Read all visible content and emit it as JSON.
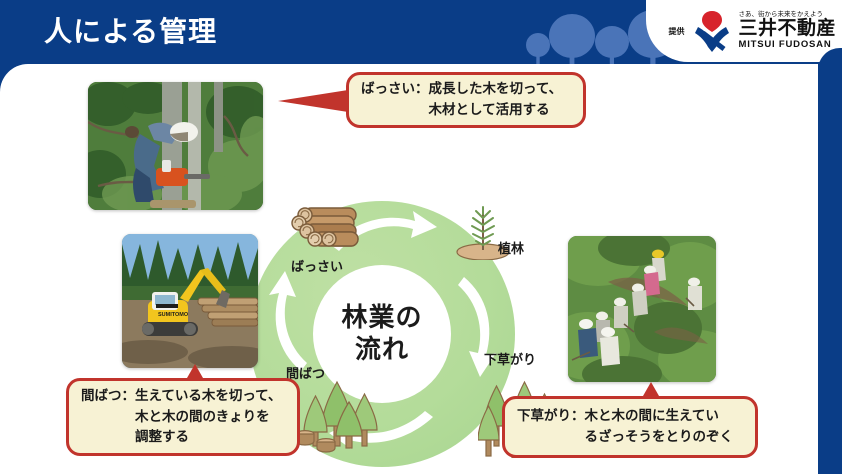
{
  "header": {
    "title": "人による管理",
    "bg_color": "#0a3d87",
    "tree_color": "#4a74b8"
  },
  "logo": {
    "provider_label": "提供",
    "tagline": "さあ、街から未来をかえよう",
    "name_jp": "三井不動産",
    "name_en": "MITSUI FUDOSAN",
    "mark_red": "#d7232b",
    "mark_navy": "#0a3d87"
  },
  "cycle": {
    "center_line1": "林業の",
    "center_line2": "流れ",
    "ring_color": "#b4dc9a",
    "stages": [
      {
        "id": "shokurin",
        "label": "植林",
        "icon": "sapling-icon"
      },
      {
        "id": "shitakusa",
        "label": "下草がり",
        "icon": "tree-cluster-icon"
      },
      {
        "id": "kanbatsu",
        "label": "間ばつ",
        "icon": "trees-with-stumps-icon"
      },
      {
        "id": "bassai",
        "label": "ばっさい",
        "icon": "log-stack-icon"
      }
    ]
  },
  "callouts": [
    {
      "id": "bassai-callout",
      "text": "ばっさい：成長した木を切って、\n　　　　　木材として活用する",
      "border_color": "#c1342c",
      "fill_color": "#f7f2d4"
    },
    {
      "id": "kanbatsu-callout",
      "text": "間ばつ：生えている木を切って、\n　　　　木と木の間のきょりを\n　　　　調整する",
      "border_color": "#c1342c",
      "fill_color": "#f7f2d4"
    },
    {
      "id": "shitakusa-callout",
      "text": "下草がり：木と木の間に生えてい\n　　　　　るざっそうをとりのぞく",
      "border_color": "#c1342c",
      "fill_color": "#f7f2d4"
    }
  ],
  "photos": [
    {
      "id": "felling-photo",
      "description": "チェーンソーで木を切る作業員"
    },
    {
      "id": "machinery-photo",
      "description": "丸太を運ぶ黄色い重機",
      "machine_brand": "SUMITOMO"
    },
    {
      "id": "weeding-photo",
      "description": "斜面で下草がりをする作業員たち"
    }
  ]
}
